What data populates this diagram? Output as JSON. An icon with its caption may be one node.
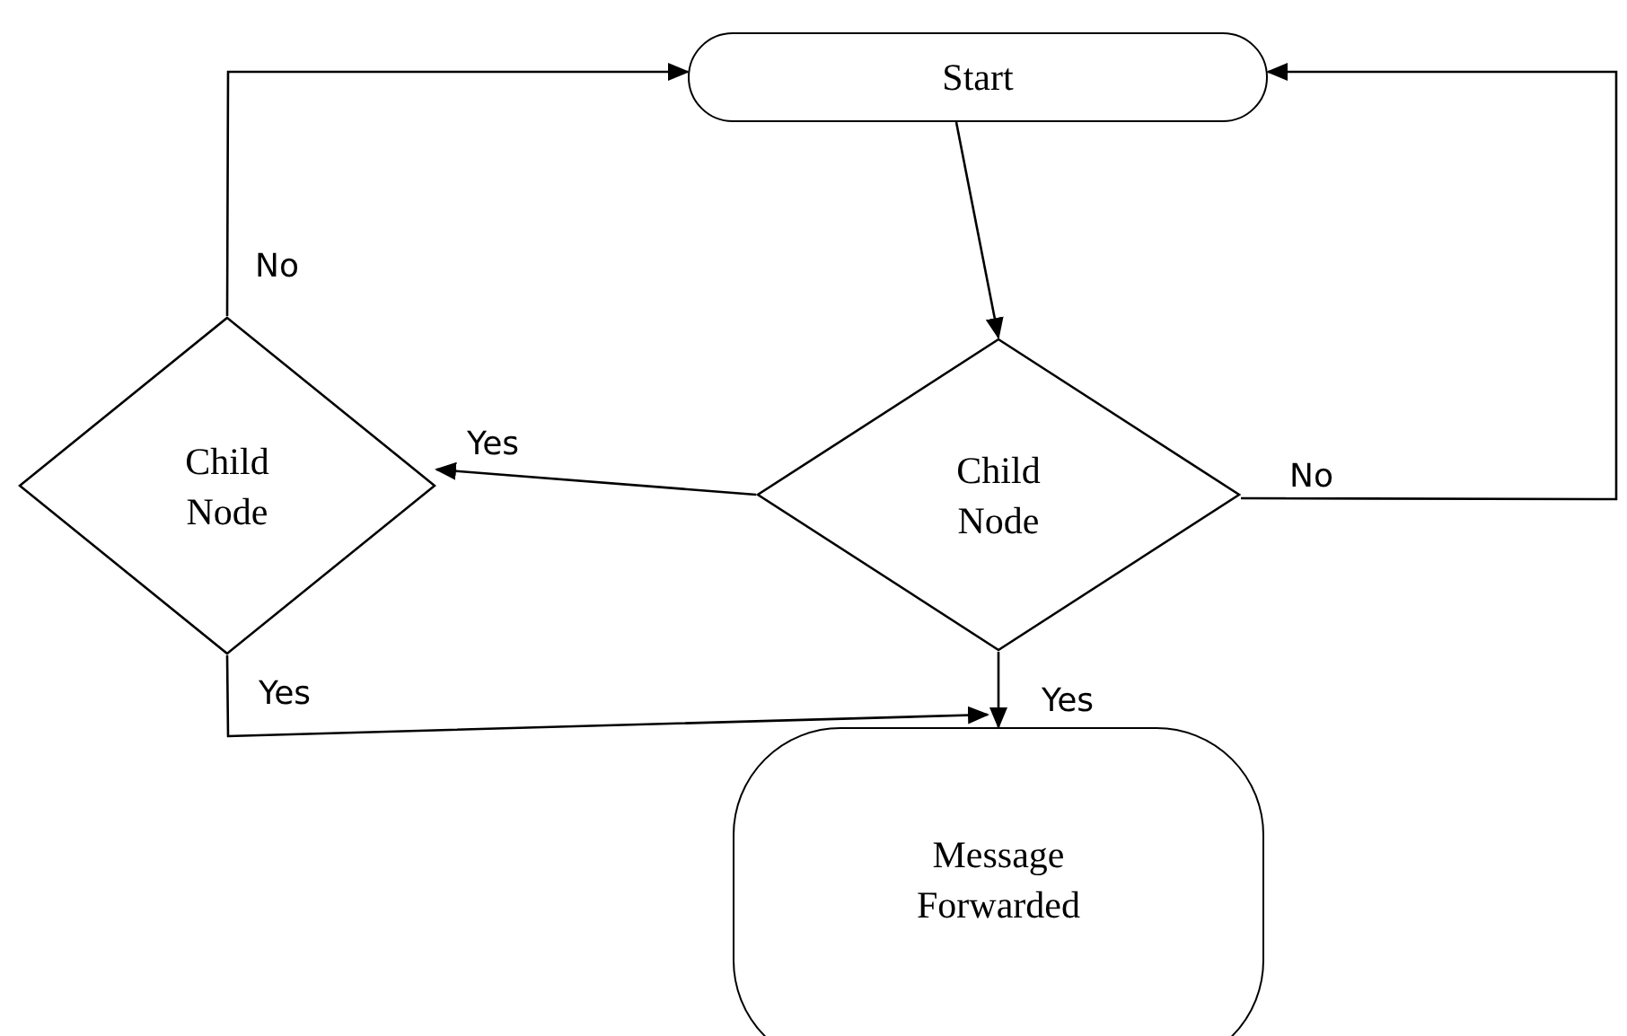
{
  "diagram": {
    "nodes": [
      {
        "text": [
          "Start"
        ]
      },
      {
        "text": [
          "Child Node"
        ]
      },
      {
        "text": [
          "Child Node"
        ]
      },
      {
        "text": [
          "Message Forwarded"
        ]
      }
    ],
    "edges": [
      {
        "from": 0,
        "to": 2,
        "arrow": "to"
      },
      {
        "from": 2,
        "to": 1,
        "arrow": "to",
        "label": "Yes"
      },
      {
        "from": 2,
        "to": 3,
        "arrow": "to",
        "label": "Yes"
      },
      {
        "from": 1,
        "to": 0,
        "arrow": "to",
        "label": "No"
      },
      {
        "from": 1,
        "to": 3,
        "arrow": "to",
        "label": "Yes"
      },
      {
        "from": 2,
        "to": 0,
        "arrow": "to",
        "label": "No"
      }
    ]
  }
}
